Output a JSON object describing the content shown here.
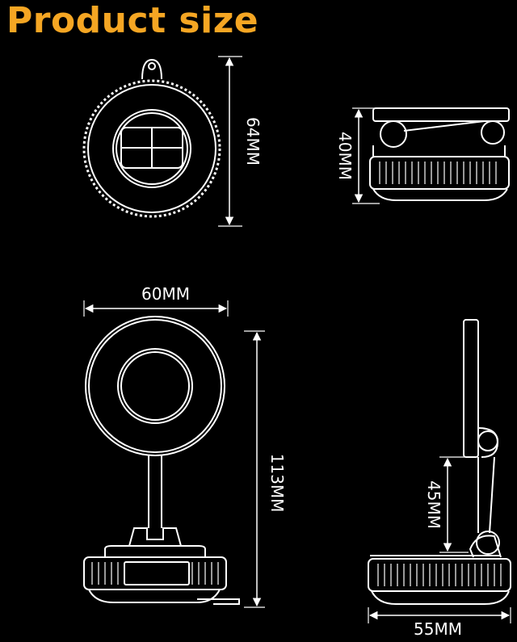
{
  "title": "Product size",
  "colors": {
    "accent": "#F5A623",
    "line": "#FFFFFF",
    "background": "#000000"
  },
  "dimensions": {
    "top_view_height": "64MM",
    "side_view_folded_height": "40MM",
    "front_view_width": "60MM",
    "front_view_height": "113MM",
    "side_view_stem_height": "45MM",
    "side_view_base_width": "55MM"
  }
}
